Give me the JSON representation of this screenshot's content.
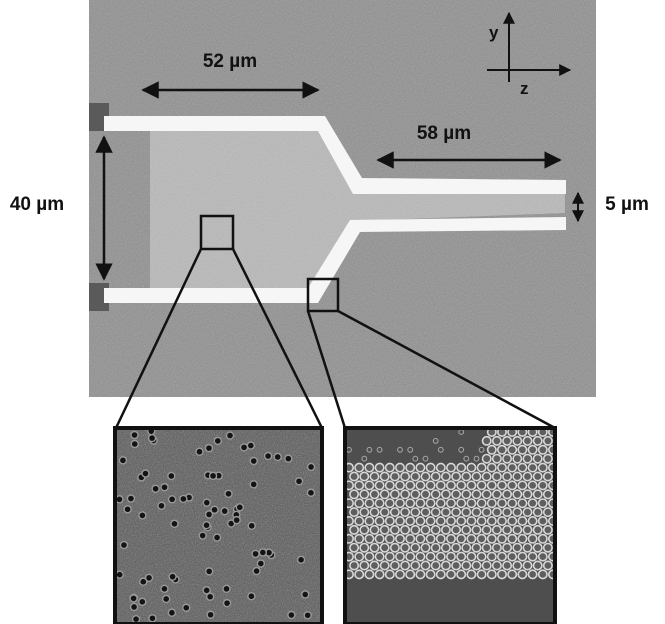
{
  "labels": {
    "width_taper": "52 µm",
    "length_channel": "58 µm",
    "height_inlet": "40 µm",
    "width_channel": "5 µm"
  },
  "axes": {
    "y": "y",
    "z": "z"
  },
  "colors": {
    "sem_background": "#8f8f8f",
    "electrode": "#f6f6f6",
    "channel_fill": "#b9b9b9",
    "inset_left_bg": "#555555",
    "inset_right_bg": "#4e4e4e",
    "frame": "#111111"
  }
}
